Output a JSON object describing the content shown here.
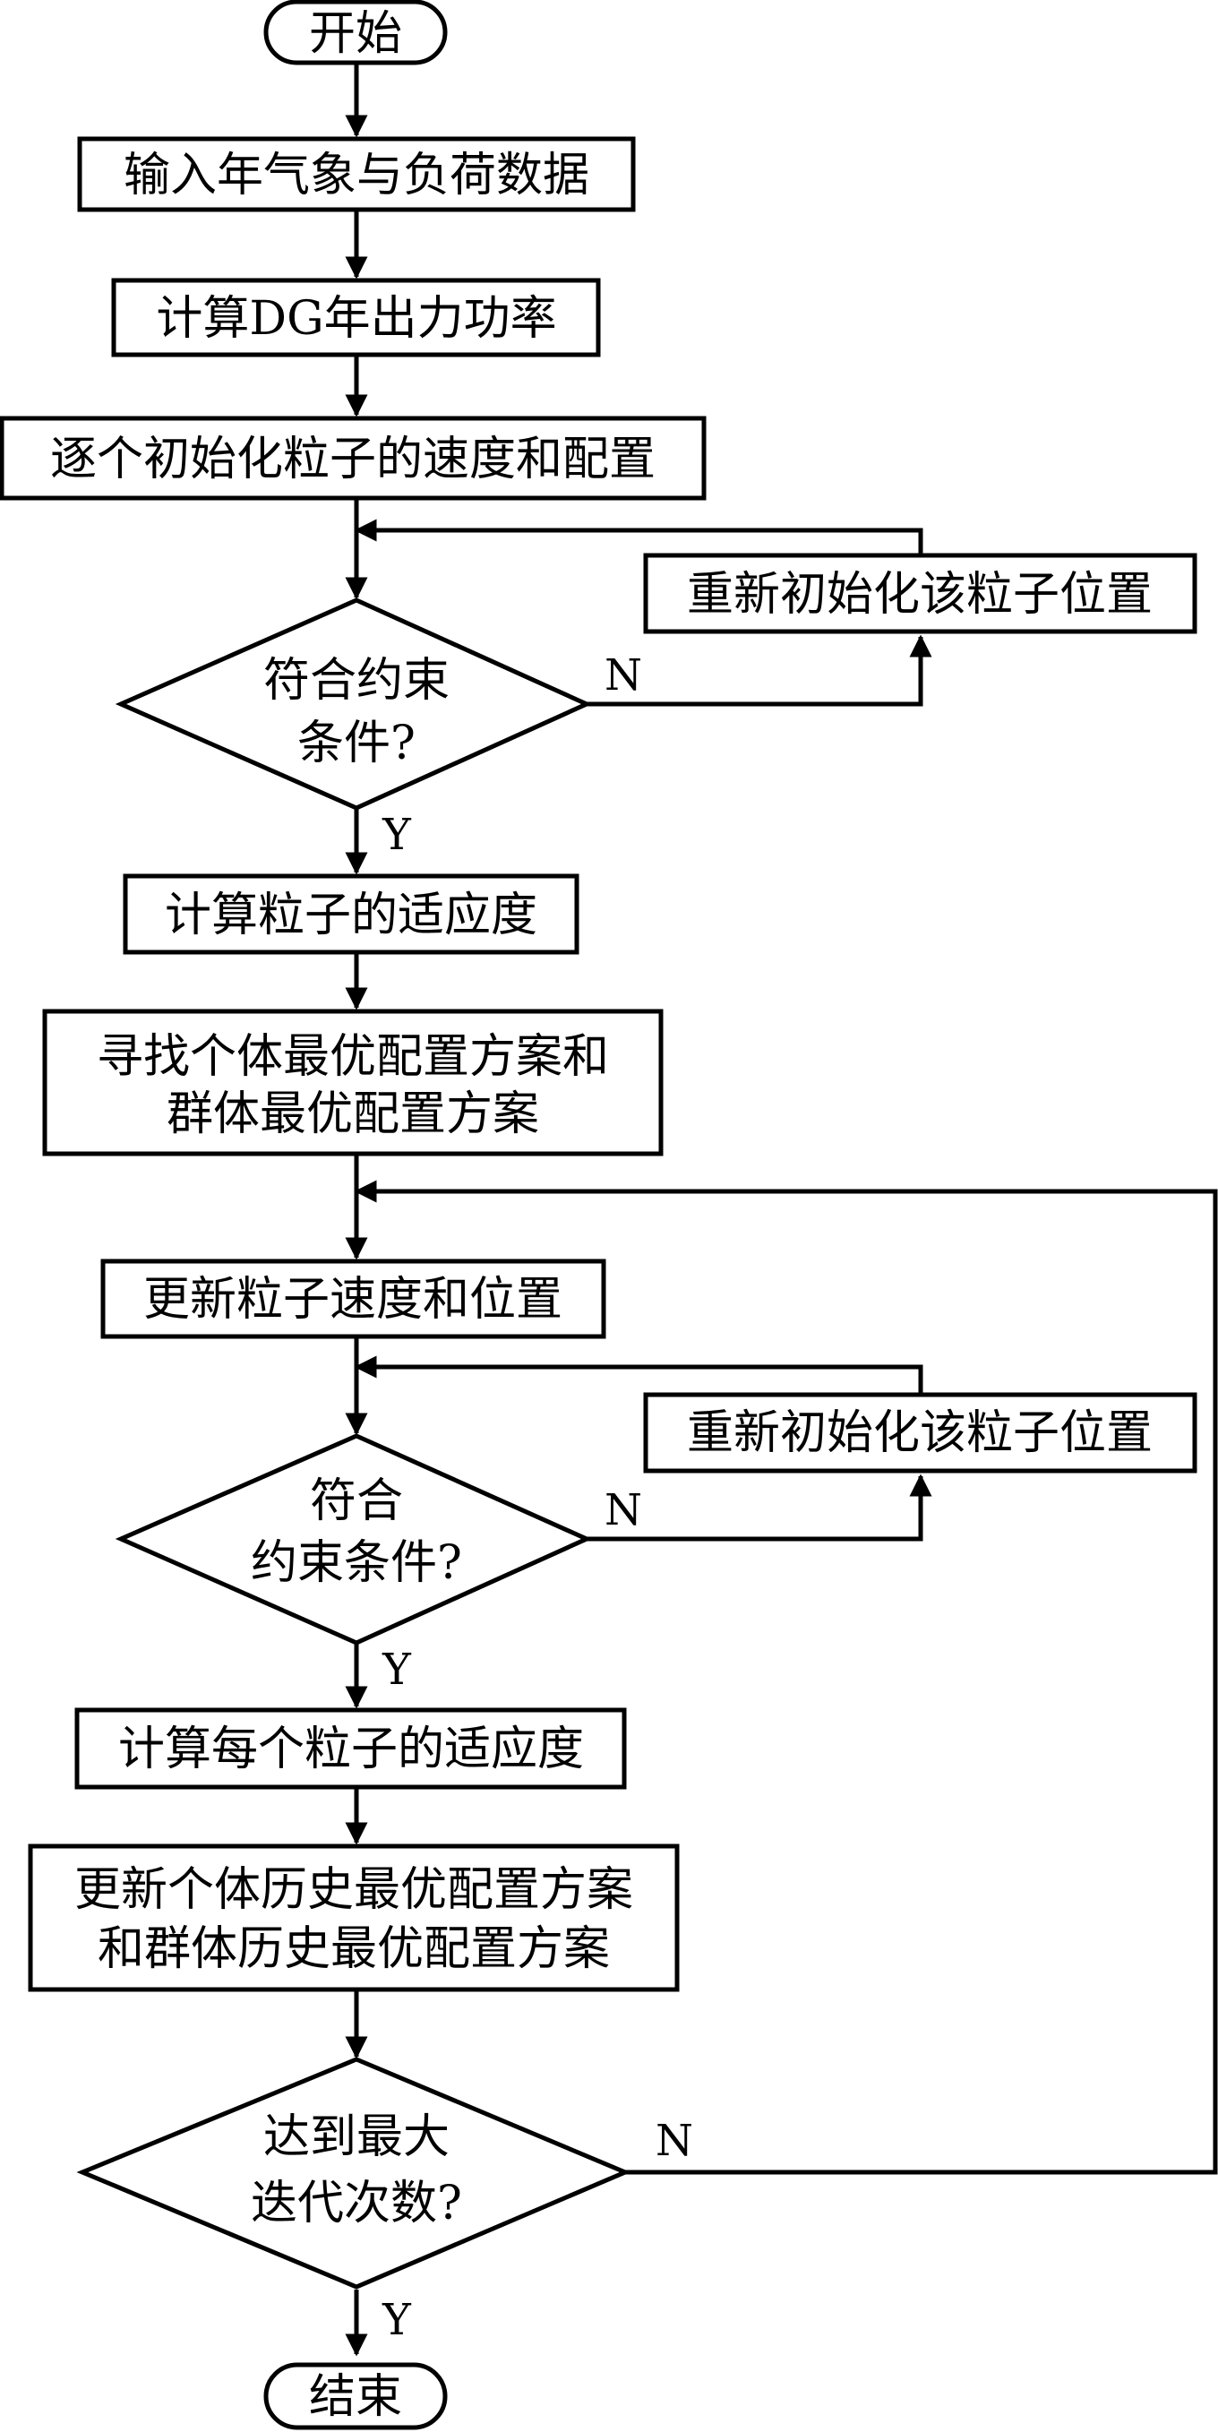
{
  "nodes": {
    "start": "开始",
    "input_data": "输入年气象与负荷数据",
    "calc_dg": "计算DG年出力功率",
    "init_particles": "逐个初始化粒子的速度和配置",
    "reinit_1": "重新初始化该粒子位置",
    "check_1_line1": "符合约束",
    "check_1_line2": "条件?",
    "calc_fitness_1": "计算粒子的适应度",
    "find_best_line1": "寻找个体最优配置方案和",
    "find_best_line2": "群体最优配置方案",
    "update_particles": "更新粒子速度和位置",
    "reinit_2": "重新初始化该粒子位置",
    "check_2_line1": "符合",
    "check_2_line2": "约束条件?",
    "calc_fitness_2": "计算每个粒子的适应度",
    "update_best_line1": "更新个体历史最优配置方案",
    "update_best_line2": "和群体历史最优配置方案",
    "check_iter_line1": "达到最大",
    "check_iter_line2": "迭代次数?",
    "end": "结束"
  },
  "edge_labels": {
    "check_1_no": "N",
    "check_1_yes": "Y",
    "check_2_no": "N",
    "check_2_yes": "Y",
    "check_iter_no": "N",
    "check_iter_yes": "Y"
  }
}
